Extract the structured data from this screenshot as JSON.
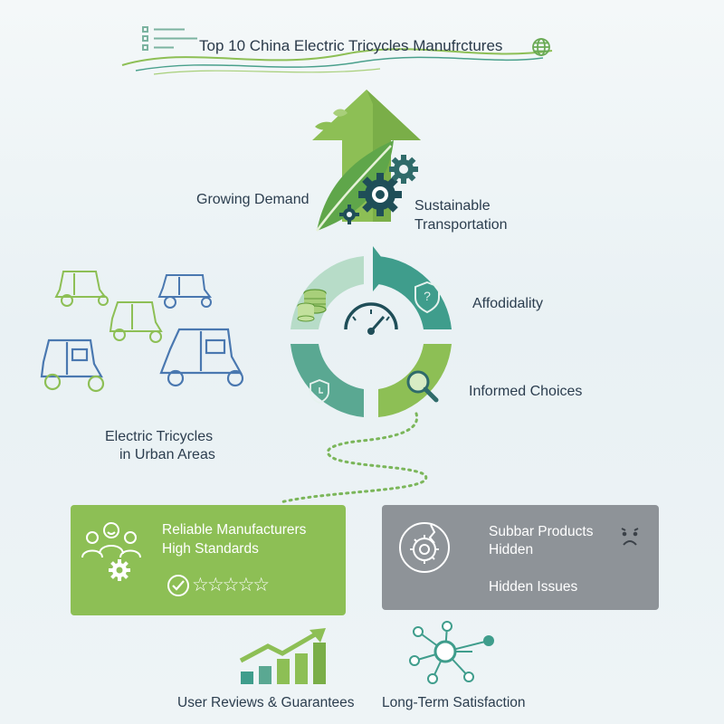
{
  "header": {
    "title": "Top 10 China Electric Tricycles Manufrctures"
  },
  "top": {
    "growing_demand": "Growing Demand",
    "sustainable_line1": "Sustainable",
    "sustainable_line2": "Transportation"
  },
  "cycle": {
    "affordability": "Affodidality",
    "informed_choices": "Informed Choices"
  },
  "urban": {
    "line1": "Electric Tricycles",
    "line2": "in Urban Areas"
  },
  "cards": {
    "reliable": {
      "line1": "Reliable Manufacturers",
      "line2": "High Standards",
      "stars": "☆☆☆☆☆"
    },
    "subpar": {
      "line1": "Subbar Products",
      "line2": "Hidden",
      "issues": "Hidden Issues"
    }
  },
  "bottom": {
    "reviews": "User Reviews & Guarantees",
    "satisfaction": "Long-Term Satisfaction"
  },
  "colors": {
    "green": "#8dbf55",
    "teal": "#3f9d8c",
    "grey": "#8e9398",
    "dark": "#2c3e4f"
  }
}
